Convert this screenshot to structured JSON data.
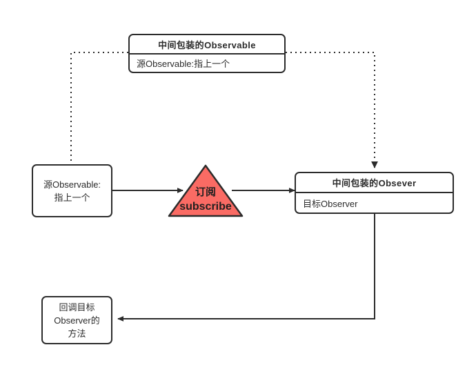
{
  "diagram": {
    "title": "RxJava subscribe wrapping flow",
    "background": "#ffffff",
    "stroke_color": "#2b2b2b",
    "accent_color": "#fa6b64"
  },
  "nodes": {
    "wrapped_observable": {
      "title": "中间包装的Observable",
      "body": "源Observable:指上一个"
    },
    "source_observable": {
      "line1": "源Observable:",
      "line2": "指上一个"
    },
    "subscribe": {
      "line_zh": "订阅",
      "line_en": "subscribe",
      "fill": "#fa6b64"
    },
    "wrapped_observer": {
      "title": "中间包装的Obsever",
      "body": "目标Observer"
    },
    "callback_method": {
      "line1": "回调目标",
      "line2": "Observer的",
      "line3": "方法"
    }
  },
  "edges": [
    {
      "name": "source-to-subscribe",
      "style": "solid",
      "from": "source_observable",
      "to": "subscribe"
    },
    {
      "name": "subscribe-to-wrapped-observer",
      "style": "solid",
      "from": "subscribe",
      "to": "wrapped_observer"
    },
    {
      "name": "wrapped-observable-to-source",
      "style": "dotted",
      "from": "wrapped_observable",
      "to": "source_observable"
    },
    {
      "name": "wrapped-observable-to-wrapped-observer",
      "style": "dotted",
      "from": "wrapped_observable",
      "to": "wrapped_observer"
    },
    {
      "name": "wrapped-observer-to-callback",
      "style": "solid",
      "from": "wrapped_observer",
      "to": "callback_method"
    }
  ]
}
